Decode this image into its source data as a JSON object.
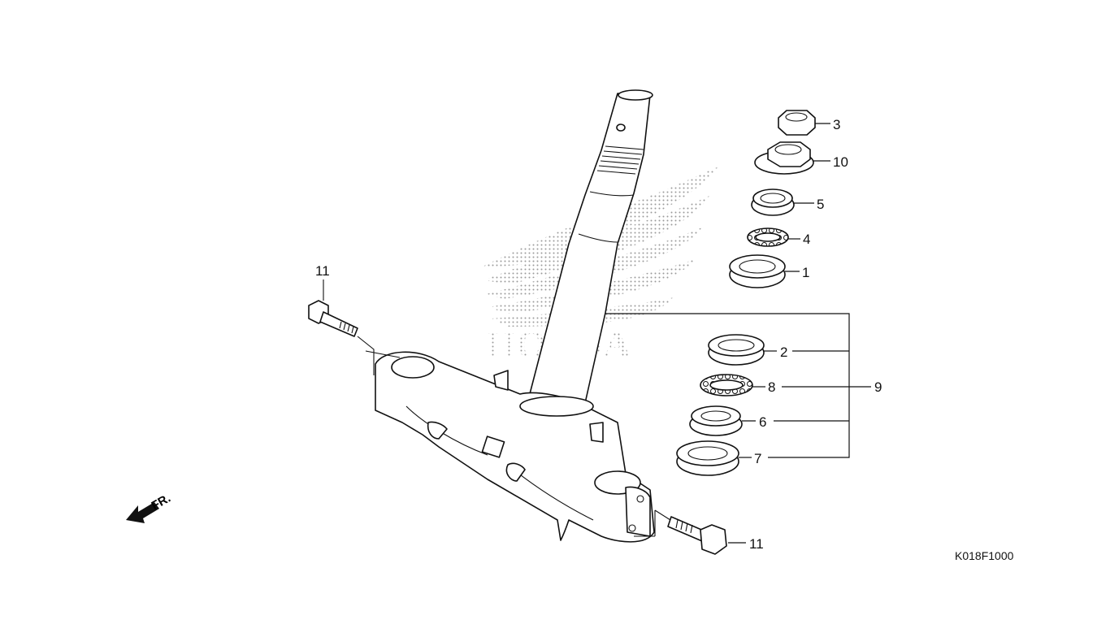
{
  "diagram": {
    "callouts": [
      {
        "id": "c3",
        "label": "3"
      },
      {
        "id": "c10",
        "label": "10"
      },
      {
        "id": "c5",
        "label": "5"
      },
      {
        "id": "c4",
        "label": "4"
      },
      {
        "id": "c1",
        "label": "1"
      },
      {
        "id": "c2",
        "label": "2"
      },
      {
        "id": "c8",
        "label": "8"
      },
      {
        "id": "c9",
        "label": "9"
      },
      {
        "id": "c6",
        "label": "6"
      },
      {
        "id": "c7",
        "label": "7"
      },
      {
        "id": "c11a",
        "label": "11"
      },
      {
        "id": "c11b",
        "label": "11"
      }
    ],
    "watermark_text": "HONDA",
    "direction_label": "FR.",
    "drawing_code": "K018F1000"
  }
}
